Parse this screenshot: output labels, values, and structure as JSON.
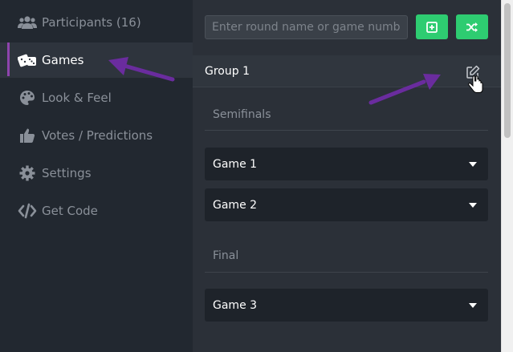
{
  "sidebar": {
    "items": [
      {
        "label": "Participants (16)",
        "icon": "users-icon",
        "active": false
      },
      {
        "label": "Games",
        "icon": "dice-icon",
        "active": true
      },
      {
        "label": "Look & Feel",
        "icon": "palette-icon",
        "active": false
      },
      {
        "label": "Votes / Predictions",
        "icon": "thumbs-up-icon",
        "active": false
      },
      {
        "label": "Settings",
        "icon": "gear-icon",
        "active": false
      },
      {
        "label": "Get Code",
        "icon": "code-icon",
        "active": false
      }
    ]
  },
  "toolbar": {
    "search_placeholder": "Enter round name or game number...",
    "add_icon": "plus-square-icon",
    "shuffle_icon": "shuffle-icon"
  },
  "group": {
    "title": "Group 1",
    "edit_icon": "edit-icon"
  },
  "rounds": [
    {
      "label": "Semifinals",
      "games": [
        "Game 1",
        "Game 2"
      ]
    },
    {
      "label": "Final",
      "games": [
        "Game 3"
      ]
    }
  ],
  "colors": {
    "sidebar_bg": "#222830",
    "main_bg": "#2b3038",
    "accent_purple": "#8e44ad",
    "button_green": "#2ecc71",
    "game_row_bg": "#1e232a"
  }
}
